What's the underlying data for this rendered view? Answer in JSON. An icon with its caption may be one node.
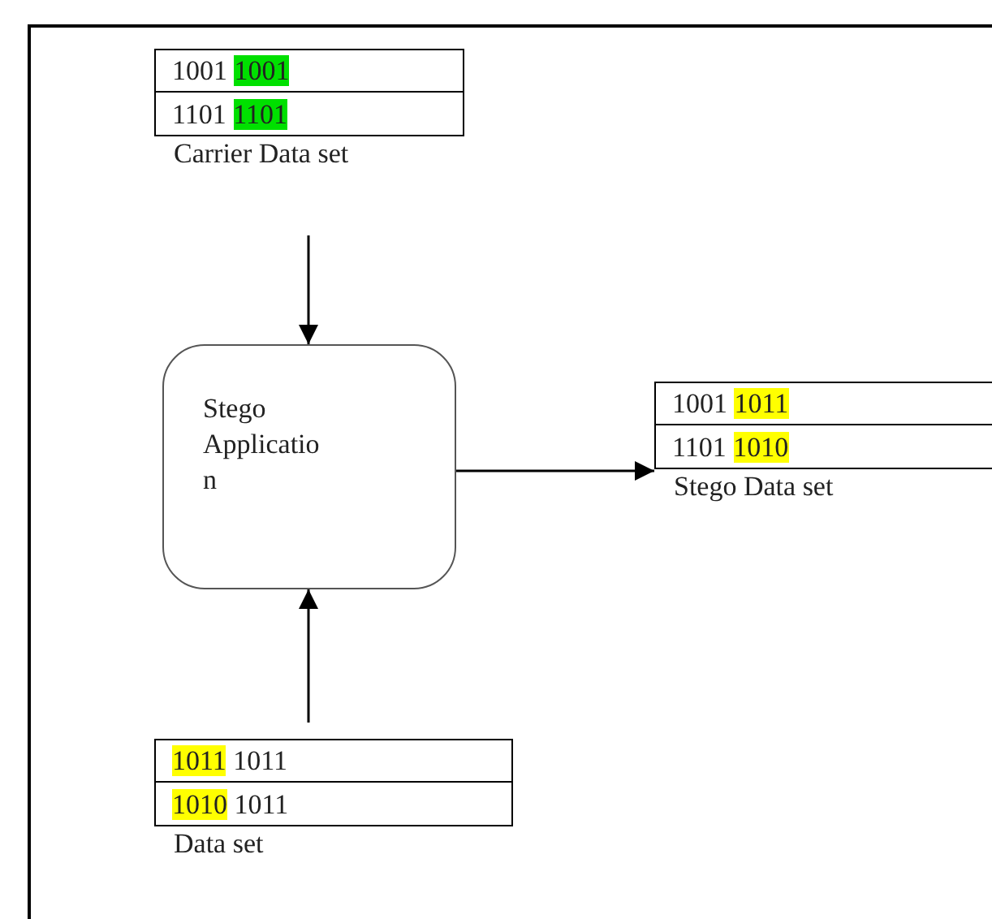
{
  "diagram": {
    "nodes": [
      {
        "text": [
          "1001 1001",
          "1101 1101",
          "Carrier Data set"
        ]
      },
      {
        "text": [
          "Stego Applicatio n"
        ]
      },
      {
        "text": [
          "1001 1011",
          "1101 1010",
          "Stego Data set"
        ]
      },
      {
        "text": [
          "1011 1011",
          "1010 1011",
          "Data set"
        ]
      }
    ],
    "edges": [
      {
        "from": 0,
        "to": 1,
        "arrow": "to"
      },
      {
        "from": 1,
        "to": 2,
        "arrow": "to"
      },
      {
        "from": 3,
        "to": 1,
        "arrow": "to"
      }
    ]
  }
}
